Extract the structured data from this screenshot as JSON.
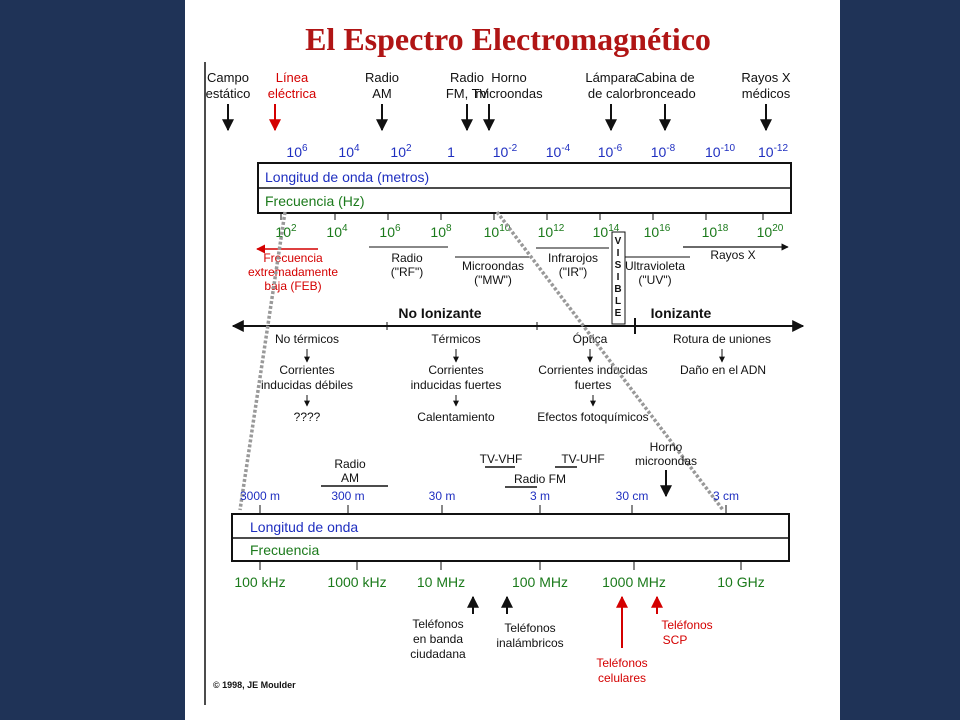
{
  "title": "El Espectro Electromagnético",
  "top_sources": [
    {
      "lines": [
        "Campo",
        "estático"
      ],
      "color": "#111111"
    },
    {
      "lines": [
        "Línea",
        "eléctrica"
      ],
      "color": "#d40000"
    },
    {
      "lines": [
        "Radio",
        "AM"
      ],
      "color": "#111111"
    },
    {
      "lines": [
        "Radio",
        "FM, TV"
      ],
      "color": "#111111"
    },
    {
      "lines": [
        "Horno",
        "microondas"
      ],
      "color": "#111111"
    },
    {
      "lines": [
        "Lámpara",
        "de calor"
      ],
      "color": "#111111"
    },
    {
      "lines": [
        "Cabina de",
        "bronceado"
      ],
      "color": "#111111"
    },
    {
      "lines": [
        "Rayos X",
        "médicos"
      ],
      "color": "#111111"
    }
  ],
  "wavelength_ticks": [
    {
      "base": "10",
      "exp": "6"
    },
    {
      "base": "10",
      "exp": "4"
    },
    {
      "base": "10",
      "exp": "2"
    },
    {
      "base": "1",
      "exp": ""
    },
    {
      "base": "10",
      "exp": "-2"
    },
    {
      "base": "10",
      "exp": "-4"
    },
    {
      "base": "10",
      "exp": "-6"
    },
    {
      "base": "10",
      "exp": "-8"
    },
    {
      "base": "10",
      "exp": "-10"
    },
    {
      "base": "10",
      "exp": "-12"
    }
  ],
  "box1": {
    "wavelength_label": "Longitud de onda (metros)",
    "frequency_label": "Frecuencia (Hz)"
  },
  "frequency_ticks": [
    {
      "base": "10",
      "exp": "2"
    },
    {
      "base": "10",
      "exp": "4"
    },
    {
      "base": "10",
      "exp": "6"
    },
    {
      "base": "10",
      "exp": "8"
    },
    {
      "base": "10",
      "exp": "10"
    },
    {
      "base": "10",
      "exp": "12"
    },
    {
      "base": "10",
      "exp": "14"
    },
    {
      "base": "10",
      "exp": "16"
    },
    {
      "base": "10",
      "exp": "18"
    },
    {
      "base": "10",
      "exp": "20"
    }
  ],
  "band_feb": [
    "Frecuencia",
    "extremadamente",
    "baja (FEB)"
  ],
  "bands": [
    {
      "name": "Radio",
      "abbr": "(\"RF\")"
    },
    {
      "name": "Microondas",
      "abbr": "(\"MW\")"
    },
    {
      "name": "Infrarojos",
      "abbr": "(\"IR\")"
    },
    {
      "name": "Ultravioleta",
      "abbr": "(\"UV\")"
    },
    {
      "name": "Rayos X",
      "abbr": ""
    }
  ],
  "visible_letters": [
    "V",
    "I",
    "S",
    "I",
    "B",
    "L",
    "E"
  ],
  "ionizing": {
    "non_ionizing": "No Ionizante",
    "ionizing": "Ionizante"
  },
  "effects": {
    "no_termicos": "No térmicos",
    "termicos": "Térmicos",
    "optica": "Óptica",
    "rotura": "Rotura de uniones",
    "corrientes_debiles": [
      "Corrientes",
      "inducidas débiles"
    ],
    "unknown": "????",
    "corrientes_fuertes": [
      "Corrientes",
      "inducidas fuertes"
    ],
    "calentamiento": "Calentamiento",
    "corrientes_opt": [
      "Corrientes inducidas",
      "fuertes"
    ],
    "fotoquimicos": "Efectos fotoquímicos",
    "adn": "Daño en el ADN"
  },
  "detail_sources": {
    "radio_am": [
      "Radio",
      "AM"
    ],
    "tv_vhf": "TV-VHF",
    "tv_uhf": "TV-UHF",
    "radio_fm": "Radio FM",
    "horno": [
      "Horno",
      "microondas"
    ]
  },
  "detail_wavelengths": [
    "3000 m",
    "300 m",
    "30 m",
    "3 m",
    "30 cm",
    "3 cm"
  ],
  "box2": {
    "wavelength_label": "Longitud de onda",
    "frequency_label": "Frecuencia"
  },
  "detail_frequencies": [
    "100 kHz",
    "1000 kHz",
    "10 MHz",
    "100 MHz",
    "1000 MHz",
    "10 GHz"
  ],
  "phones": {
    "cb": [
      "Teléfonos",
      "en banda",
      "ciudadana"
    ],
    "cordless": [
      "Teléfonos",
      "inalámbricos"
    ],
    "cellular": [
      "Teléfonos",
      "celulares"
    ],
    "pcs": [
      "Teléfonos",
      "SCP"
    ]
  },
  "copyright": "© 1998, JE Moulder",
  "colors": {
    "background": "#1f3357",
    "title": "#b01515",
    "blue": "#1f2fc0",
    "green": "#1b7a1b",
    "red": "#d40000",
    "black": "#111111"
  }
}
